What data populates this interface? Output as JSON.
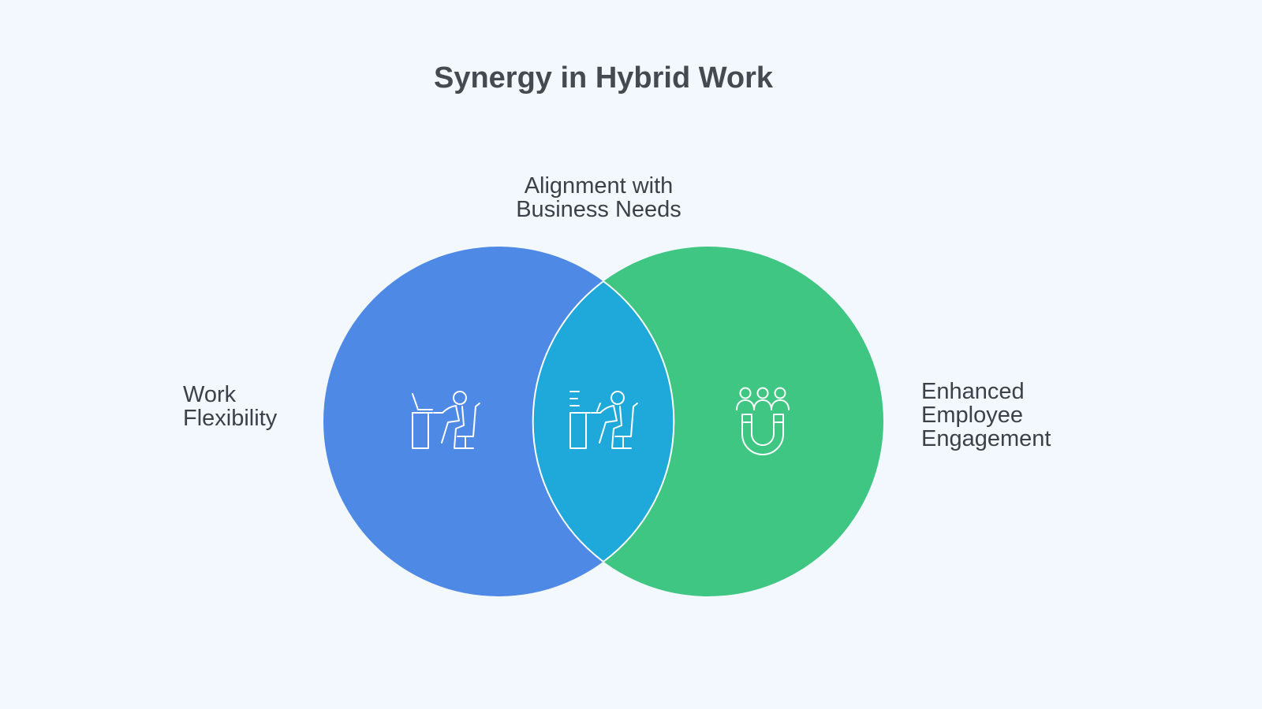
{
  "diagram": {
    "title": "Synergy in Hybrid Work",
    "sets": [
      {
        "lines": [
          "Work",
          "Flexibility"
        ],
        "color": "#4f89e6",
        "icon": "desk-worker-laptop-icon"
      },
      {
        "lines": [
          "Enhanced",
          "Employee",
          "Engagement"
        ],
        "color": "#3fc683",
        "icon": "people-magnet-icon"
      }
    ],
    "intersection": {
      "lines": [
        "Alignment with",
        "Business Needs"
      ],
      "color": "#1fa9da",
      "icon": "desk-worker-document-icon"
    },
    "colors": {
      "background": "#f3f8ff",
      "icon_stroke": "#ffffff",
      "text": "#3c4148"
    }
  }
}
